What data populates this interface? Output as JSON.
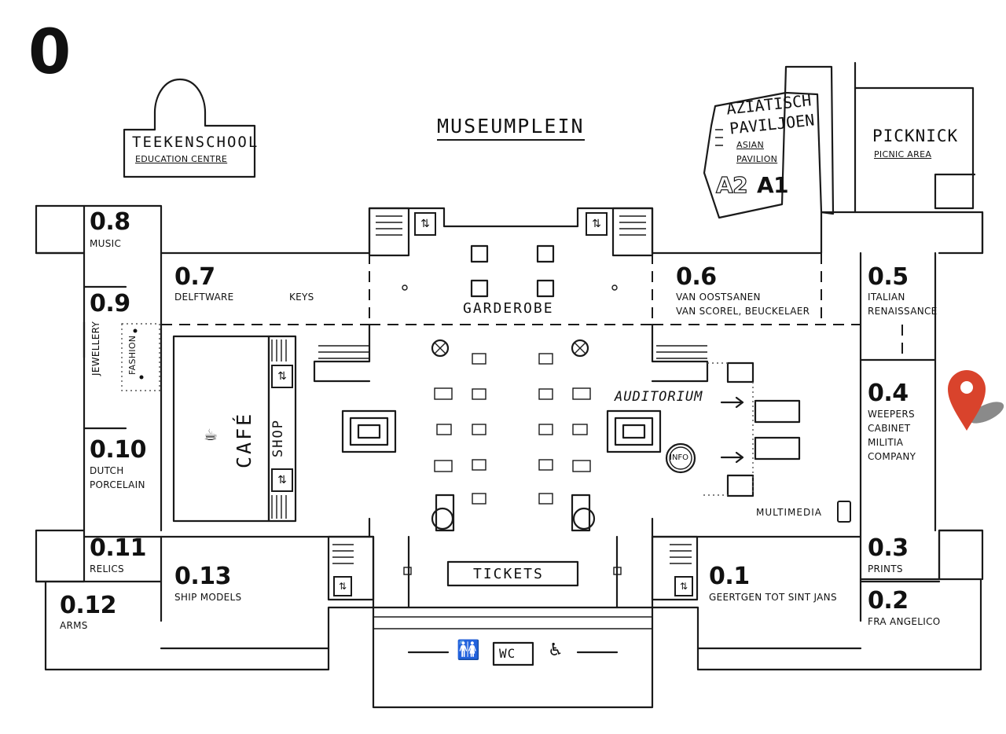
{
  "floor": "0",
  "outdoor": {
    "museumplein": "MUSEUMPLEIN",
    "teekenschool": {
      "name": "TEEKENSCHOOL",
      "sub": "EDUCATION CENTRE"
    },
    "pavilion": {
      "name_line1": "AZIATISCH",
      "name_line2": "PAVILJOEN",
      "sub_line1": "ASIAN",
      "sub_line2": "PAVILION",
      "rooms": [
        "A2",
        "A1"
      ]
    },
    "picknick": {
      "name": "PICKNICK",
      "sub": "PICNIC AREA"
    }
  },
  "rooms": [
    {
      "num": "0.8",
      "lines": [
        "MUSIC"
      ]
    },
    {
      "num": "0.7",
      "lines": [
        "DELFTWARE"
      ]
    },
    {
      "num": "0.6",
      "lines": [
        "VAN OOSTSANEN",
        "VAN SCOREL, BEUCKELAER"
      ]
    },
    {
      "num": "0.5",
      "lines": [
        "ITALIAN",
        "RENAISSANCE"
      ]
    },
    {
      "num": "0.9",
      "lines": [
        "JEWELLERY",
        "FASHION"
      ]
    },
    {
      "num": "0.4",
      "lines": [
        "WEEPERS",
        "CABINET",
        "MILITIA",
        "COMPANY"
      ]
    },
    {
      "num": "0.10",
      "lines": [
        "DUTCH",
        "PORCELAIN"
      ]
    },
    {
      "num": "0.11",
      "lines": [
        "RELICS"
      ]
    },
    {
      "num": "0.3",
      "lines": [
        "PRINTS"
      ]
    },
    {
      "num": "0.13",
      "lines": [
        "SHIP MODELS"
      ]
    },
    {
      "num": "0.1",
      "lines": [
        "GEERTGEN TOT SINT JANS"
      ]
    },
    {
      "num": "0.12",
      "lines": [
        "ARMS"
      ]
    },
    {
      "num": "0.2",
      "lines": [
        "FRA ANGELICO"
      ]
    }
  ],
  "labels": {
    "keys": "KEYS",
    "garderobe": "GARDEROBE",
    "auditorium": "AUDITORIUM",
    "info": "INFO",
    "multimedia": "MULTIMEDIA",
    "cafe": "CAFÉ",
    "shop": "SHOP",
    "tickets": "TICKETS",
    "wc": "WC"
  },
  "colors": {
    "marker": "#d9432c",
    "marker_shadow": "#8a8a8a",
    "ink": "#1a1a1a"
  },
  "icons": [
    "location-pin-icon",
    "coffee-cup-icon",
    "toilet-icon",
    "wheelchair-icon",
    "phone-icon",
    "elevator-icon"
  ]
}
